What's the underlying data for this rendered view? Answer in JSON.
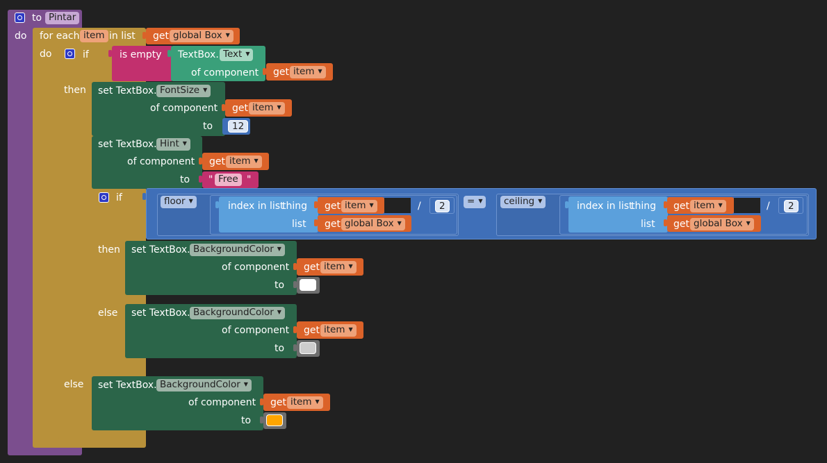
{
  "procedure": {
    "keyword": "to",
    "name": "Pintar",
    "do": "do"
  },
  "foreach": {
    "label": "for each",
    "var": "item",
    "in_list": "in list",
    "do": "do",
    "get": "get",
    "list_var": "global Box"
  },
  "if1": {
    "if": "if",
    "then": "then",
    "else": "else",
    "is_empty": "is empty",
    "textbox": "TextBox.",
    "prop": "Text",
    "of_component": "of component",
    "get": "get",
    "var": "item"
  },
  "set1": {
    "set": "set TextBox.",
    "prop": "FontSize",
    "of_component": "of component",
    "get": "get",
    "var": "item",
    "to": "to",
    "value": "12"
  },
  "set2": {
    "set": "set TextBox.",
    "prop": "Hint",
    "of_component": "of component",
    "get": "get",
    "var": "item",
    "to": "to",
    "quote_open": "\"",
    "value": "Free",
    "quote_close": "\""
  },
  "if2": {
    "if": "if",
    "then": "then",
    "else": "else",
    "floor": "floor",
    "ceiling": "ceiling",
    "eq": "=",
    "index_in_list": "index in list",
    "thing": "thing",
    "list": "list",
    "get": "get",
    "var": "item",
    "list_var": "global Box",
    "div": "/",
    "divisor": "2"
  },
  "set3": {
    "set": "set TextBox.",
    "prop": "BackgroundColor",
    "of_component": "of component",
    "get": "get",
    "var": "item",
    "to": "to",
    "color": "#FFFFFF"
  },
  "set4": {
    "set": "set TextBox.",
    "prop": "BackgroundColor",
    "of_component": "of component",
    "get": "get",
    "var": "item",
    "to": "to",
    "color": "#CCCCCC"
  },
  "set5": {
    "set": "set TextBox.",
    "prop": "BackgroundColor",
    "of_component": "of component",
    "get": "get",
    "var": "item",
    "to": "to",
    "color": "#FFA500"
  },
  "colors": {
    "procedure": "#7B4E8E",
    "control": "#B8913A",
    "setter": "#2B6549",
    "getter": "#DB6229",
    "text": "#C2306E",
    "math": "#3F6FB8",
    "workspace": "#212121"
  }
}
